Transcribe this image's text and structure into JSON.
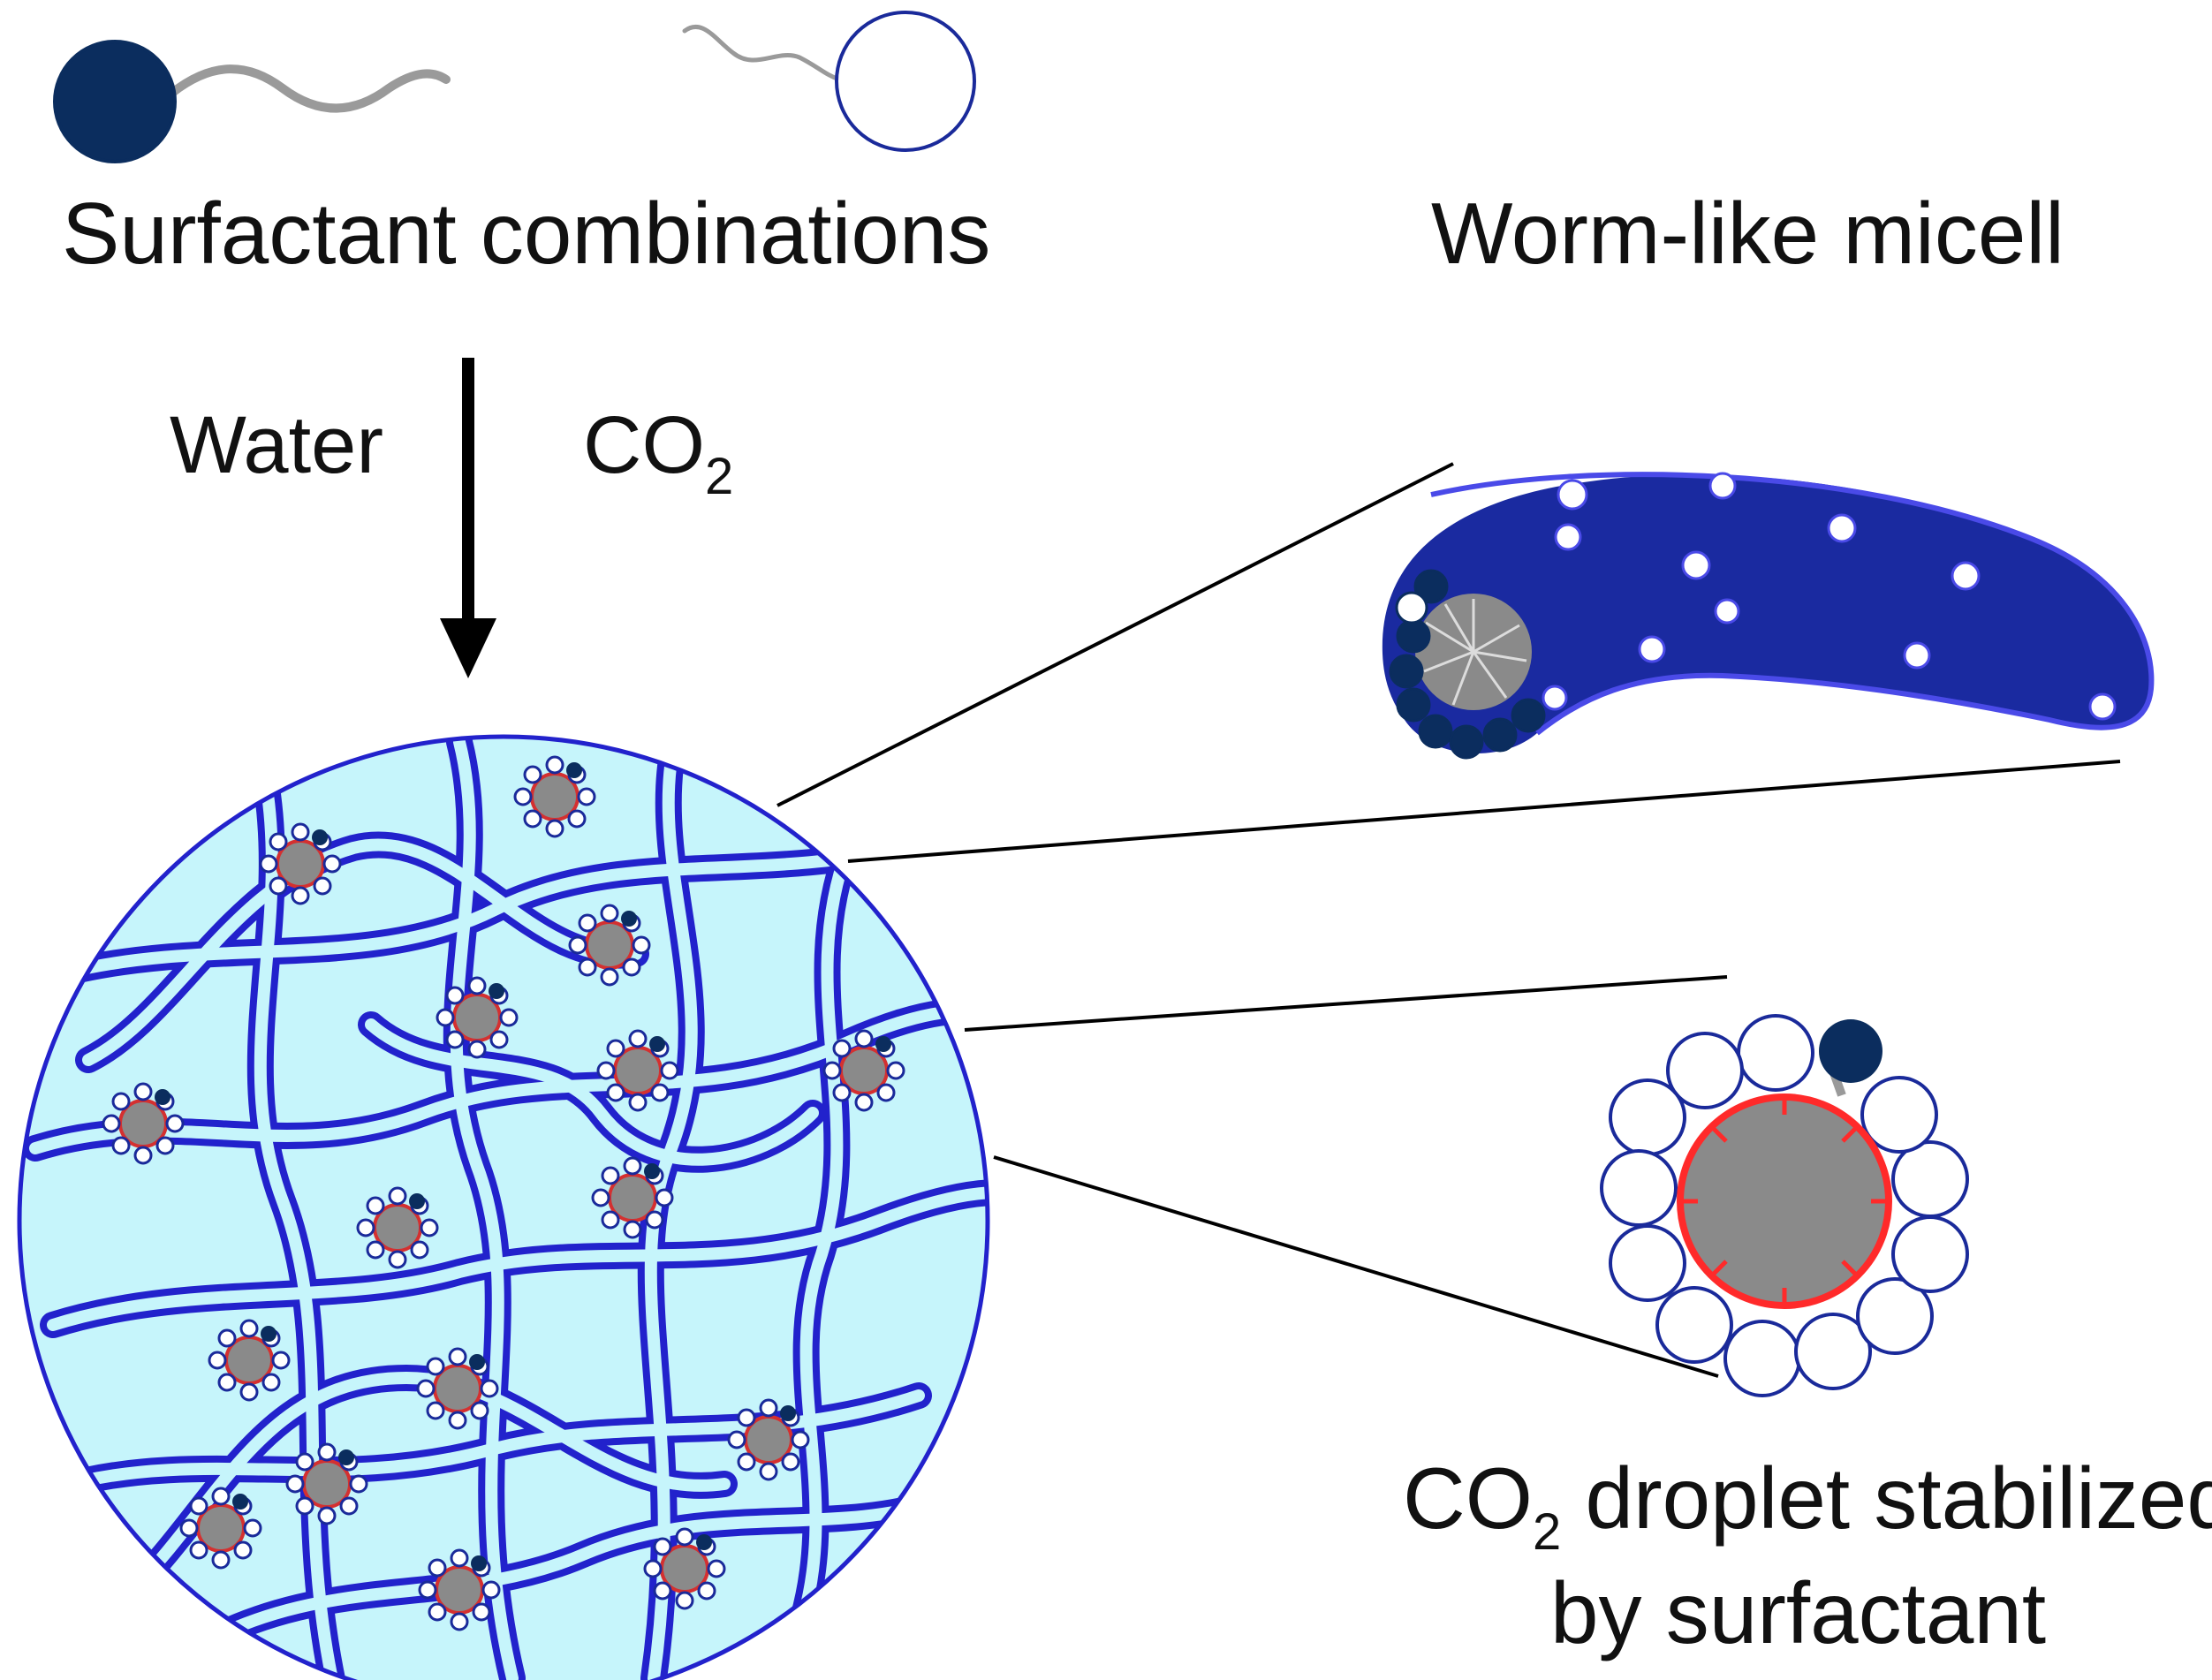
{
  "labels": {
    "surfactant_combinations": "Surfactant combinations",
    "worm_like_micell": "Worm-like micell",
    "water": "Water",
    "co2_base": "CO",
    "co2_sub": "2",
    "droplet_line1_base": "CO",
    "droplet_line1_sub": "2",
    "droplet_line1_rest": " droplet stabilized",
    "droplet_line2": "by surfactant"
  },
  "colors": {
    "navy": "#0b2d5e",
    "outline_blue": "#1a2a9a",
    "worm_blue": "#2222cc",
    "micelle_bg": "#c6f5fb",
    "core_gray": "#8a8a8a",
    "red_shell": "#ff2a2a",
    "tail_gray": "#9a9a9a"
  },
  "icons": {
    "navy_surfactant": "navy-head-tail-icon",
    "white_surfactant": "white-head-tail-icon",
    "arrow": "down-arrow-icon"
  }
}
